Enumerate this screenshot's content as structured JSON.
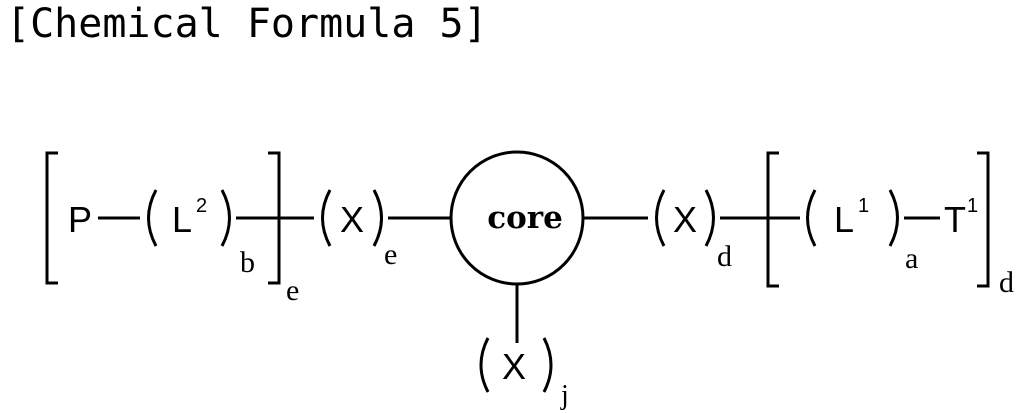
{
  "heading": "[Chemical Formula 5]",
  "formula": {
    "left_group": {
      "terminal": "P",
      "linker": "L",
      "linker_superscript": "2",
      "linker_subscript": "b",
      "bracket_subscript": "e"
    },
    "left_spacer": {
      "label": "X",
      "subscript": "e"
    },
    "core": {
      "label": "core"
    },
    "bottom_spacer": {
      "label": "X",
      "subscript": "j"
    },
    "right_spacer": {
      "label": "X",
      "subscript": "d"
    },
    "right_group": {
      "linker": "L",
      "linker_superscript": "1",
      "linker_subscript": "a",
      "terminal": "T",
      "terminal_superscript": "1",
      "bracket_subscript": "d"
    }
  }
}
